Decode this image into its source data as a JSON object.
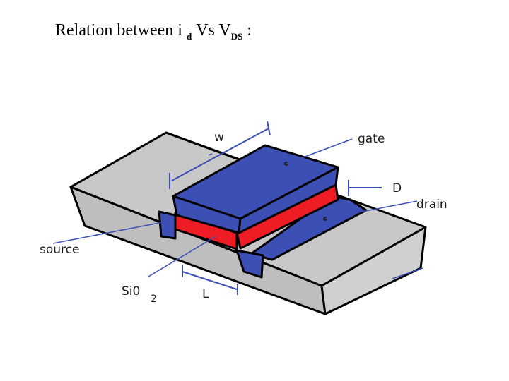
{
  "title": {
    "main": "Relation between i",
    "sub1": "d",
    "mid": "Vs V",
    "sub2": "DS",
    "tail": ":"
  },
  "labels": {
    "w": "w",
    "gate": "gate",
    "d": "D",
    "drain": "drain",
    "source": "source",
    "sio": "Si0",
    "sio_sub": "2",
    "l": "L"
  },
  "colors": {
    "substrate": "#c8c8c8",
    "metal": "#3c4fb5",
    "oxide": "#ee1c24",
    "outline": "#000000"
  }
}
